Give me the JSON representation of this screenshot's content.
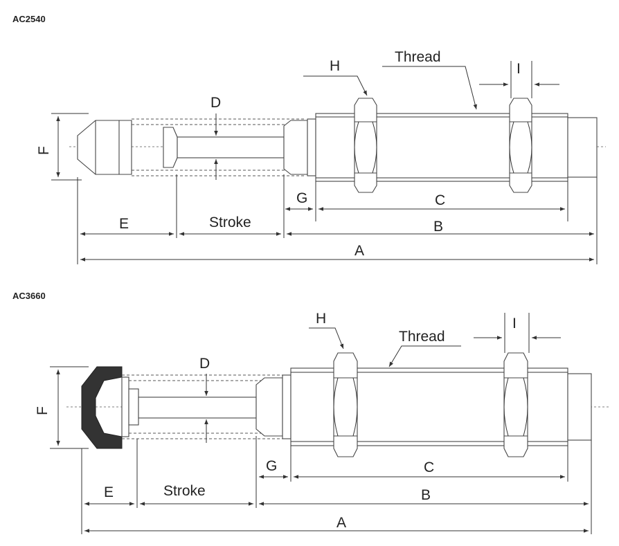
{
  "diagrams": [
    {
      "model": "AC2540",
      "labels": {
        "thread": "Thread",
        "h": "H",
        "i": "I",
        "d": "D",
        "f": "F",
        "g": "G",
        "c": "C",
        "e": "E",
        "stroke": "Stroke",
        "b": "B",
        "a": "A"
      }
    },
    {
      "model": "AC3660",
      "labels": {
        "thread": "Thread",
        "h": "H",
        "i": "I",
        "d": "D",
        "f": "F",
        "g": "G",
        "c": "C",
        "e": "E",
        "stroke": "Stroke",
        "b": "B",
        "a": "A"
      }
    }
  ],
  "colors": {
    "line": "#333333",
    "cap": "#333333"
  }
}
